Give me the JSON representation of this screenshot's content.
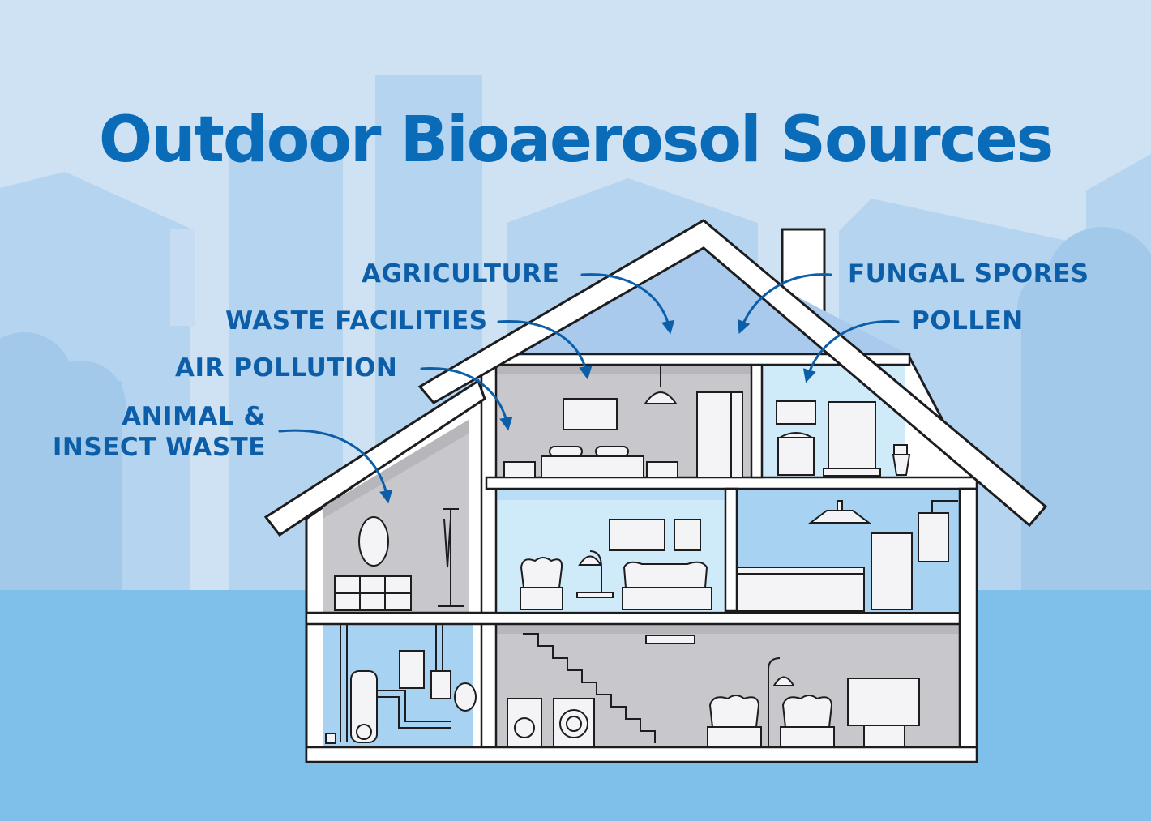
{
  "title": "Outdoor Bioaerosol Sources",
  "labels": {
    "agriculture": "AGRICULTURE",
    "waste_facilities": "WASTE FACILITIES",
    "air_pollution": "AIR POLLUTION",
    "animal_insect_waste_line1": "ANIMAL &",
    "animal_insect_waste_line2": "INSECT WASTE",
    "fungal_spores": "FUNGAL SPORES",
    "pollen": "POLLEN"
  },
  "colors": {
    "sky": "#cfe2f4",
    "skyline_far": "#b4d4ef",
    "skyline_near": "#a2c9ea",
    "ground": "#7fc0ea",
    "title": "#0a6bb8",
    "label": "#0d5ea8",
    "arrow": "#0d5ea8",
    "house_outline": "#1d1d1f",
    "room_gray": "#c8c8cc",
    "room_blue": "#a8d2f2",
    "room_light_blue": "#cfeaf9",
    "attic": "#a9caec"
  }
}
